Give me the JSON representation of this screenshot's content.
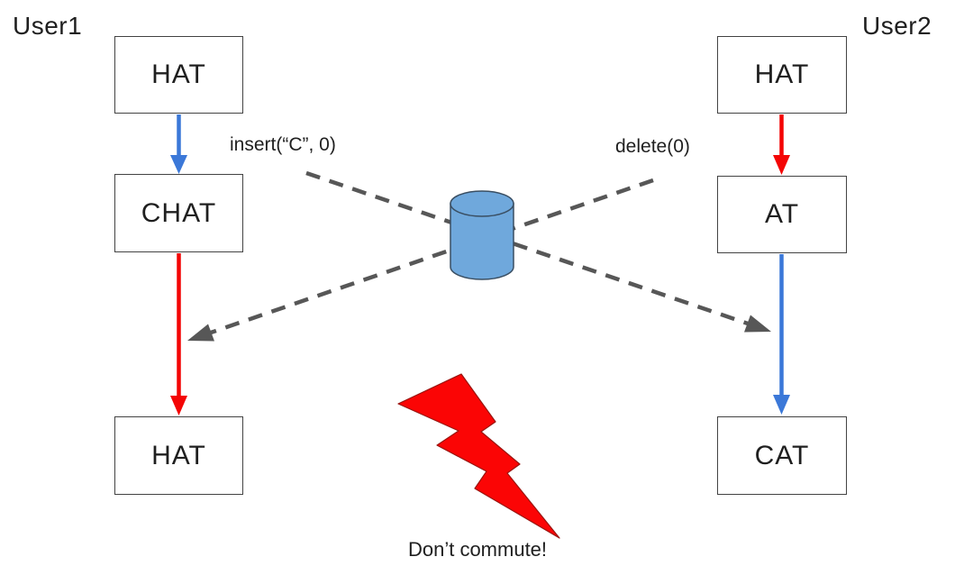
{
  "title_labels": {
    "user1": "User1",
    "user2": "User2"
  },
  "user1_column": {
    "initial_state": "HAT",
    "after_local_op": "CHAT",
    "after_remote_op": "HAT"
  },
  "user2_column": {
    "initial_state": "HAT",
    "after_local_op": "AT",
    "after_remote_op": "CAT"
  },
  "operations": {
    "insert_label": "insert(“C”, 0)",
    "delete_label": "delete(0)"
  },
  "warning_text": "Don’t commute!",
  "icons": {
    "database": "database-cylinder-icon",
    "lightning": "lightning-bolt-icon"
  },
  "colors": {
    "blue": "#3b78d8",
    "red": "#f40505",
    "dash_gray": "#575757",
    "cylinder_fill": "#6fa8dc",
    "cylinder_stroke": "#3a4f63",
    "bolt_fill": "#fb0505",
    "bolt_stroke": "#9a1510",
    "box_border": "#434343",
    "text": "#1f1f1f"
  }
}
